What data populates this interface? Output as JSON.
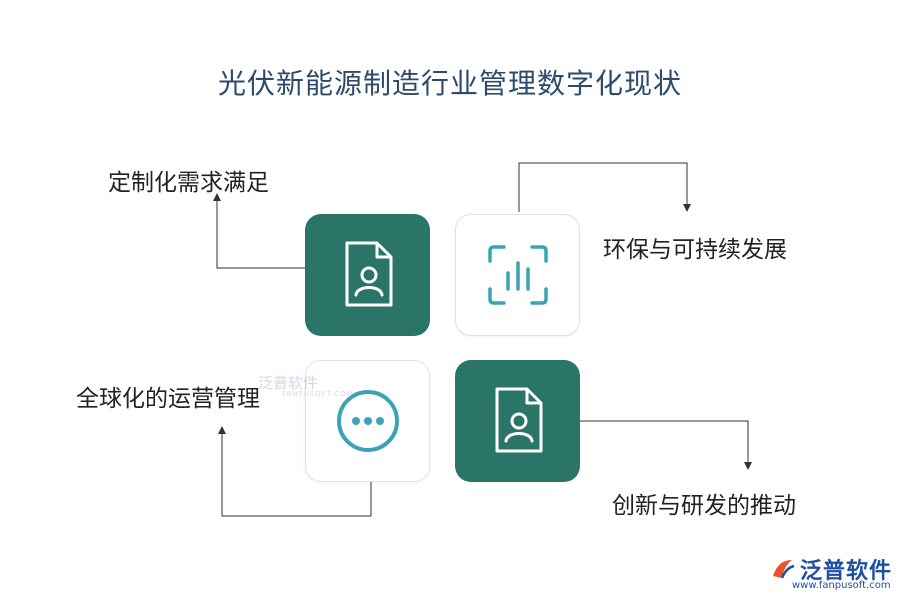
{
  "title": "光伏新能源制造行业管理数字化现状",
  "items": [
    {
      "label": "定制化需求满足",
      "icon": "document-person-icon"
    },
    {
      "label": "环保与可持续发展",
      "icon": "bar-chart-frame-icon"
    },
    {
      "label": "全球化的运营管理",
      "icon": "more-dots-icon"
    },
    {
      "label": "创新与研发的推动",
      "icon": "document-person-icon"
    }
  ],
  "watermark": {
    "text": "泛普软件",
    "sub": "FANPUSOFT.COM"
  },
  "logo": {
    "text": "泛普软件",
    "url": "www.fanpusoft.com"
  },
  "colors": {
    "dark_tile": "#2a7567",
    "icon_light": "#3aa3b5",
    "title": "#2d4a6b",
    "brand": "#1f4fa0",
    "logo_accent": "#e8552b"
  }
}
